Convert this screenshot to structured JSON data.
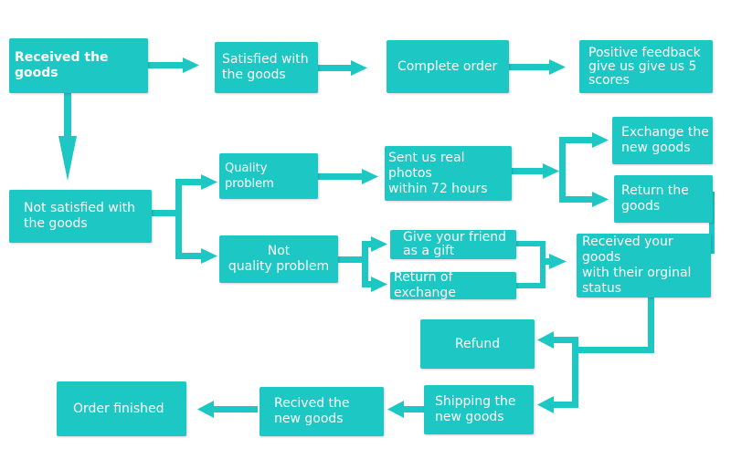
{
  "colors": {
    "box": "#1cc7c4",
    "arrow": "#1cc7c4",
    "text": "#ffffff",
    "background": "#ffffff"
  },
  "nodes": {
    "received_goods": "Received the goods",
    "satisfied": "Satisfied with\nthe goods",
    "complete_order": "Complete order",
    "positive_feedback": "Positive feedback\ngive us give us 5\nscores",
    "not_satisfied": "Not satisfied with\nthe goods",
    "quality_problem": "Quality problem",
    "not_quality_problem": "Not\nquality problem",
    "send_photos": "Sent us real photos\nwithin 72 hours",
    "exchange_new": "Exchange the\nnew goods",
    "return_goods": "Return the\ngoods",
    "give_friend": "Give your friend\nas a gift",
    "return_exchange": "Return of exchange",
    "received_original": "Received your goods\nwith their orginal\nstatus",
    "refund": "Refund",
    "shipping_new": "Shipping the\nnew goods",
    "recived_new": "Recived the\nnew goods",
    "order_finished": "Order finished"
  }
}
